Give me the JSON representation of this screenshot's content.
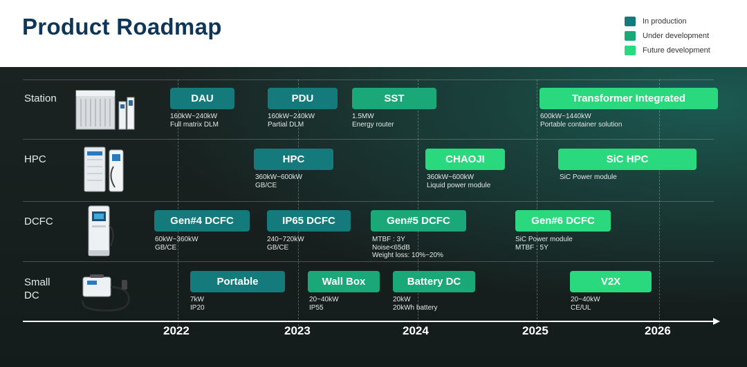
{
  "title": "Product Roadmap",
  "legend": [
    {
      "label": "In production",
      "color": "#157a7c"
    },
    {
      "label": "Under development",
      "color": "#1aa878"
    },
    {
      "label": "Future development",
      "color": "#2ad97e"
    }
  ],
  "rows": [
    {
      "label": "Station"
    },
    {
      "label": "HPC"
    },
    {
      "label": "DCFC"
    },
    {
      "label_line1": "Small",
      "label_line2": "DC"
    }
  ],
  "years": [
    "2022",
    "2023",
    "2024",
    "2025",
    "2026"
  ],
  "products": {
    "dau": {
      "name": "DAU",
      "desc": [
        "160kW~240kW",
        "Full matrix DLM"
      ]
    },
    "pdu": {
      "name": "PDU",
      "desc": [
        "160kW~240kW",
        "Partial DLM"
      ]
    },
    "sst": {
      "name": "SST",
      "desc": [
        "1.5MW",
        "Energy router"
      ]
    },
    "transformer": {
      "name": "Transformer Integrated",
      "desc": [
        "600kW~1440kW",
        "Portable container solution"
      ]
    },
    "hpc": {
      "name": "HPC",
      "desc": [
        "360kW~600kW",
        "GB/CE"
      ]
    },
    "chaoji": {
      "name": "CHAOJI",
      "desc": [
        "360kW~600kW",
        "Liquid power module"
      ]
    },
    "sic_hpc": {
      "name": "SiC HPC",
      "desc": [
        "SiC Power module"
      ]
    },
    "gen4": {
      "name": "Gen#4 DCFC",
      "desc": [
        "60kW~360kW",
        "GB/CE"
      ]
    },
    "ip65": {
      "name": "IP65 DCFC",
      "desc": [
        "240~720kW",
        "GB/CE"
      ]
    },
    "gen5": {
      "name": "Gen#5 DCFC",
      "desc": [
        "MTBF : 3Y",
        "Noise<65dB",
        "Weight loss: 10%~20%"
      ]
    },
    "gen6": {
      "name": "Gen#6 DCFC",
      "desc": [
        "SiC Power module",
        "MTBF : 5Y"
      ]
    },
    "portable": {
      "name": "Portable",
      "desc": [
        "7kW",
        "IP20"
      ]
    },
    "wallbox": {
      "name": "Wall Box",
      "desc": [
        "20~40kW",
        "IP55"
      ]
    },
    "battery": {
      "name": "Battery DC",
      "desc": [
        "20kW",
        "20kWh battery"
      ]
    },
    "v2x": {
      "name": "V2X",
      "desc": [
        "20~40kW",
        "CE/UL"
      ]
    }
  }
}
